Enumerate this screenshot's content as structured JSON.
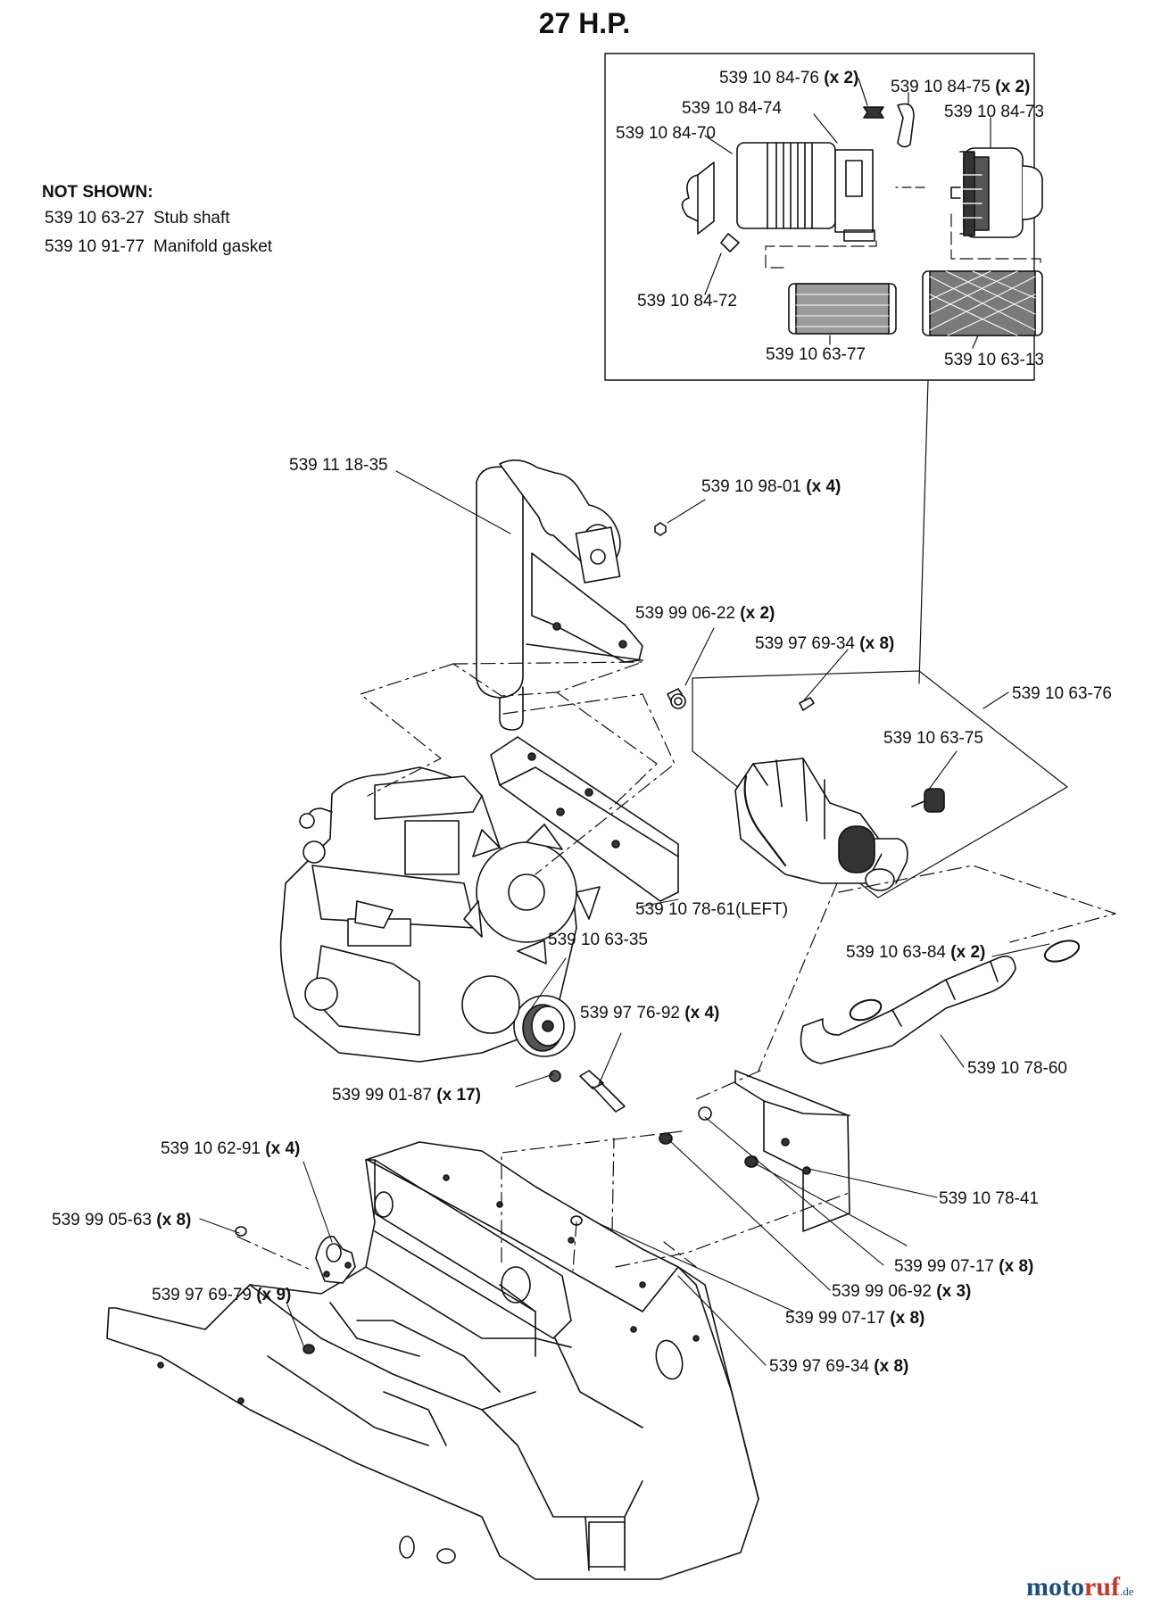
{
  "title": "27 H.P.",
  "not_shown": {
    "heading": "NOT SHOWN:",
    "items": [
      {
        "part": "539 10 63-27",
        "desc": "Stub shaft"
      },
      {
        "part": "539 10 91-77",
        "desc": "Manifold gasket"
      }
    ]
  },
  "callouts": [
    {
      "id": "c01",
      "part": "539 10 84-76",
      "qty": "(x 2)"
    },
    {
      "id": "c02",
      "part": "539 10 84-75",
      "qty": "(x 2)"
    },
    {
      "id": "c03",
      "part": "539 10 84-74",
      "qty": ""
    },
    {
      "id": "c04",
      "part": "539 10 84-73",
      "qty": ""
    },
    {
      "id": "c05",
      "part": "539 10 84-70",
      "qty": ""
    },
    {
      "id": "c06",
      "part": "539 10 84-72",
      "qty": ""
    },
    {
      "id": "c07",
      "part": "539 10 63-77",
      "qty": ""
    },
    {
      "id": "c08",
      "part": "539 10 63-13",
      "qty": ""
    },
    {
      "id": "c09",
      "part": "539 11 18-35",
      "qty": ""
    },
    {
      "id": "c10",
      "part": "539 10 98-01",
      "qty": "(x 4)"
    },
    {
      "id": "c11",
      "part": "539 99 06-22",
      "qty": "(x 2)"
    },
    {
      "id": "c12",
      "part": "539 97 69-34",
      "qty": "(x 8)"
    },
    {
      "id": "c13",
      "part": "539 10 63-76",
      "qty": ""
    },
    {
      "id": "c14",
      "part": "539 10 63-75",
      "qty": ""
    },
    {
      "id": "c15",
      "part": "539 10 78-61(LEFT)",
      "qty": ""
    },
    {
      "id": "c16",
      "part": "539 10 63-35",
      "qty": ""
    },
    {
      "id": "c17",
      "part": "539 10 63-84",
      "qty": "(x 2)"
    },
    {
      "id": "c18",
      "part": "539 97 76-92",
      "qty": "(x 4)"
    },
    {
      "id": "c19",
      "part": "539 10 78-60",
      "qty": ""
    },
    {
      "id": "c20",
      "part": "539 99 01-87",
      "qty": "(x 17)"
    },
    {
      "id": "c21",
      "part": "539 10 62-91",
      "qty": "(x 4)"
    },
    {
      "id": "c22",
      "part": "539 10 78-41",
      "qty": ""
    },
    {
      "id": "c23",
      "part": "539 99 05-63",
      "qty": "(x 8)"
    },
    {
      "id": "c24",
      "part": "539 99 07-17",
      "qty": "(x 8)"
    },
    {
      "id": "c25",
      "part": "539 99 06-92",
      "qty": "(x 3)"
    },
    {
      "id": "c26",
      "part": "539 97 69-79",
      "qty": "(x 9)"
    },
    {
      "id": "c27",
      "part": "539 99 07-17",
      "qty": "(x 8)"
    },
    {
      "id": "c28",
      "part": "539 97 69-34",
      "qty": "(x 8)"
    }
  ],
  "watermark": {
    "part1": "moto",
    "part2": "ruf",
    "part3": ".de"
  }
}
